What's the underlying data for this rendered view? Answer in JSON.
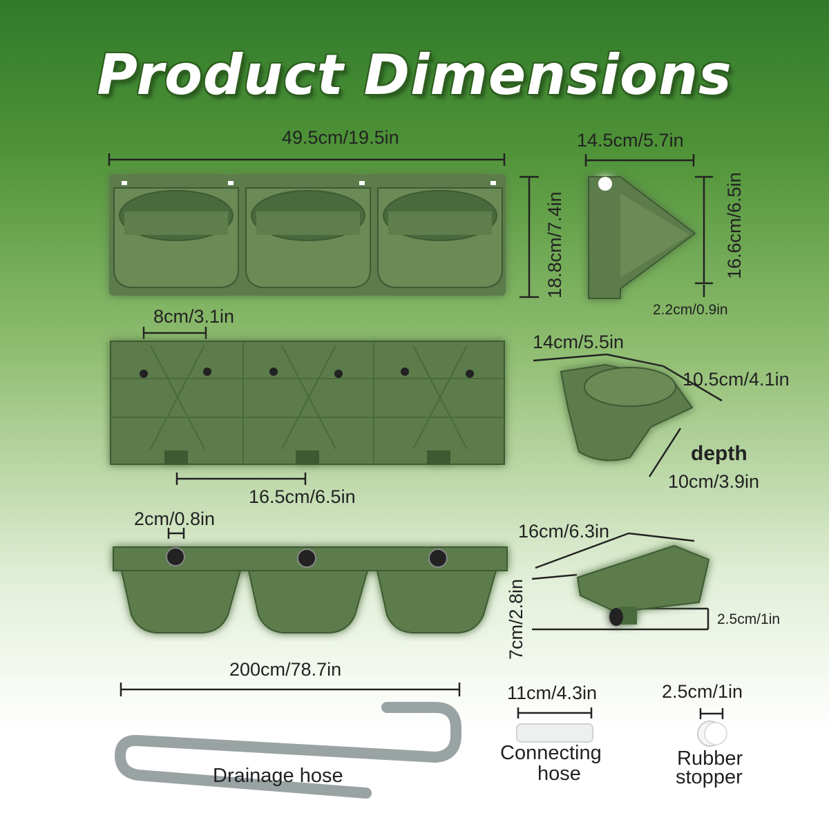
{
  "title": "Product Dimensions",
  "dims": {
    "overall_width": "49.5cm/19.5in",
    "side_depth": "14.5cm/5.7in",
    "front_height": "18.8cm/7.4in",
    "side_height": "16.6cm/6.5in",
    "side_base": "2.2cm/0.9in",
    "back_segment": "8cm/3.1in",
    "pot_spacing": "16.5cm/6.5in",
    "pot_top": "14cm/5.5in",
    "pot_width": "10.5cm/4.1in",
    "pot_depth_word": "depth",
    "pot_depth": "10cm/3.9in",
    "hole_size": "2cm/0.8in",
    "tray_length": "16cm/6.3in",
    "tray_height": "7cm/2.8in",
    "outlet_size": "2.5cm/1in",
    "hose_length": "200cm/78.7in",
    "connector_length": "11cm/4.3in",
    "stopper_size": "2.5cm/1in"
  },
  "parts": {
    "drainage_hose": "Drainage hose",
    "connecting_hose_line1": "Connecting",
    "connecting_hose_line2": "hose",
    "rubber_stopper_line1": "Rubber",
    "rubber_stopper_line2": "stopper"
  },
  "colors": {
    "planter_green": "#5a7a4a",
    "planter_dark": "#3e5a33",
    "hose_gray": "#9aa3a3"
  }
}
